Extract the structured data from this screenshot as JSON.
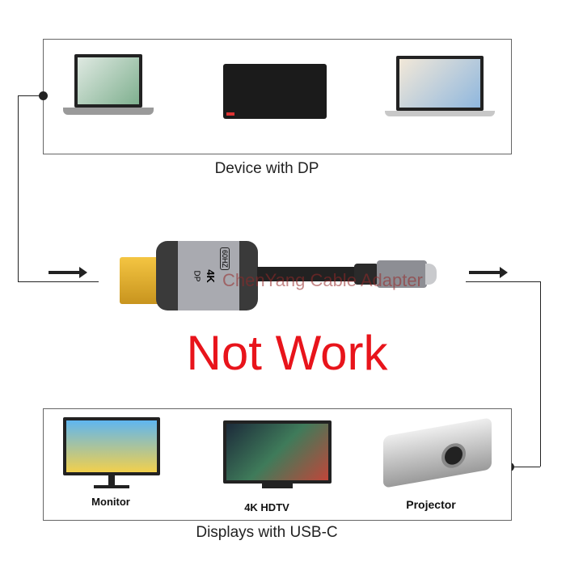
{
  "top_panel": {
    "caption": "Device with DP",
    "devices": [
      "laptop",
      "desktop-pc",
      "macbook"
    ]
  },
  "bottom_panel": {
    "caption": "Displays with USB-C",
    "devices": [
      {
        "label": "Monitor"
      },
      {
        "label": "4K HDTV"
      },
      {
        "label": "Projector"
      }
    ]
  },
  "adapter": {
    "dp_label": "DP",
    "res_label": "4K",
    "hz_label": "60HZ"
  },
  "watermark": "ChenYang Cable Adapter",
  "status": {
    "text": "Not Work",
    "color": "#e8141b"
  }
}
